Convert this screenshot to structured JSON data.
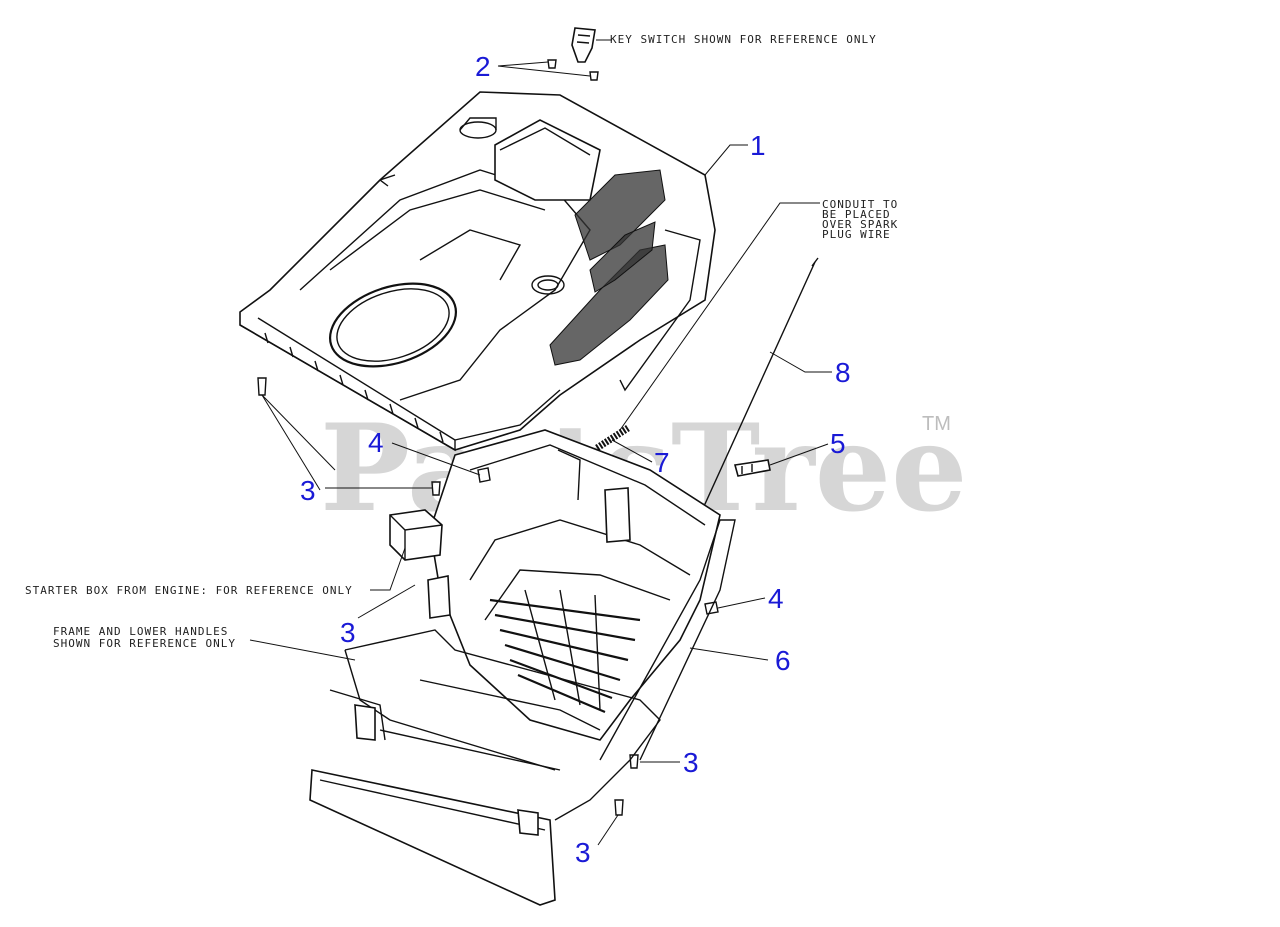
{
  "watermark": {
    "text": "PartsTree",
    "trademark": "TM"
  },
  "notes": {
    "key_switch": "KEY SWITCH SHOWN FOR REFERENCE ONLY",
    "conduit_1": "CONDUIT TO",
    "conduit_2": "BE PLACED",
    "conduit_3": "OVER SPARK",
    "conduit_4": "PLUG WIRE",
    "starter_box": "STARTER BOX FROM ENGINE: FOR REFERENCE ONLY",
    "frame_1": "FRAME AND LOWER HANDLES",
    "frame_2": "SHOWN FOR REFERENCE ONLY"
  },
  "callouts": {
    "c1": "1",
    "c2": "2",
    "c3a": "3",
    "c3b": "3",
    "c3c": "3",
    "c3d": "3",
    "c4a": "4",
    "c4b": "4",
    "c5": "5",
    "c6": "6",
    "c7": "7",
    "c8": "8"
  },
  "colors": {
    "callout": "#1a1ad6",
    "line": "#111111",
    "watermark": "#cfcfcf"
  }
}
